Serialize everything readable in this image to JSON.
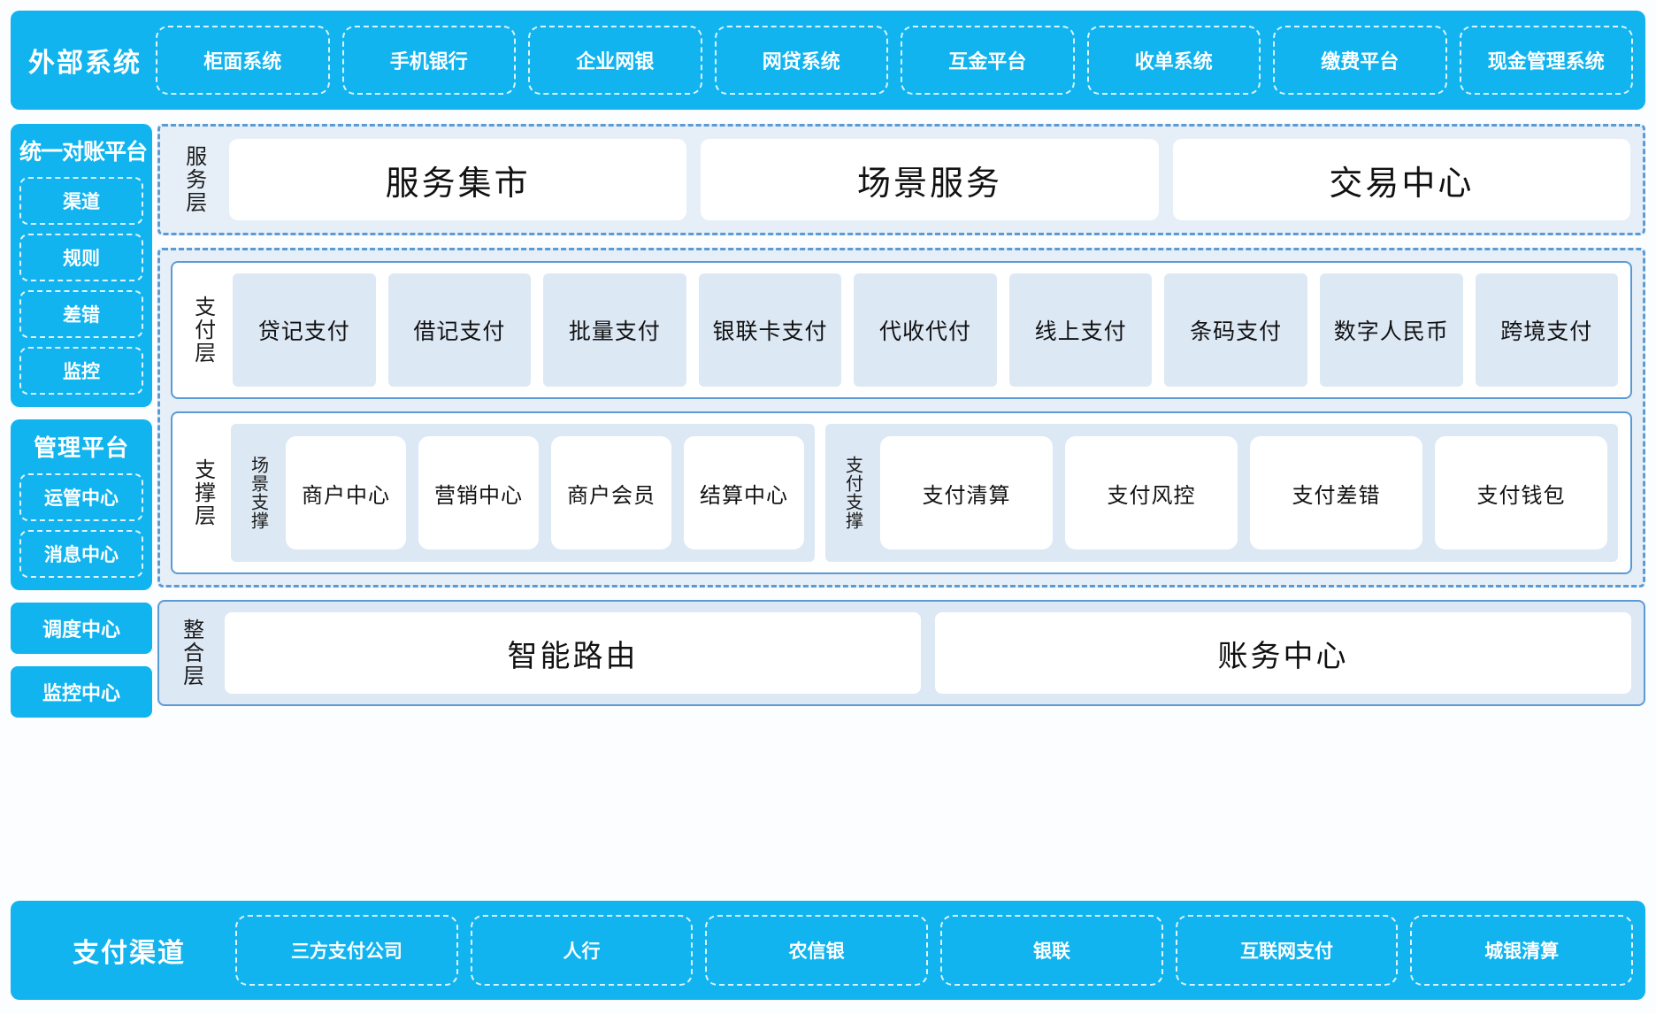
{
  "colors": {
    "brand_blue": "#11b4ef",
    "panel_blue_bg": "#e6eff8",
    "card_blue_bg": "#dde8f5",
    "border_blue": "#5a9bd5",
    "white": "#ffffff"
  },
  "external_systems": {
    "title": "外部系统",
    "items": [
      "柜面系统",
      "手机银行",
      "企业网银",
      "网贷系统",
      "互金平台",
      "收单系统",
      "缴费平台",
      "现金管理系统"
    ]
  },
  "left_column": {
    "reconciliation_platform": {
      "title": "统一对账平台",
      "items": [
        "渠道",
        "规则",
        "差错",
        "监控"
      ]
    },
    "management_platform": {
      "title": "管理平台",
      "items": [
        "运管中心",
        "消息中心"
      ]
    },
    "standalone": [
      "调度中心",
      "监控中心"
    ]
  },
  "service_layer": {
    "label": "服务层",
    "cards": [
      "服务集市",
      "场景服务",
      "交易中心"
    ]
  },
  "payment_layer": {
    "label": "支付层",
    "cards": [
      "贷记支付",
      "借记支付",
      "批量支付",
      "银联卡支付",
      "代收代付",
      "线上支付",
      "条码支付",
      "数字人民币",
      "跨境支付"
    ]
  },
  "support_layer": {
    "label": "支撑层",
    "groups": [
      {
        "label": "场景支撑",
        "cards": [
          "商户中心",
          "营销中心",
          "商户会员",
          "结算中心"
        ]
      },
      {
        "label": "支付支撑",
        "cards": [
          "支付清算",
          "支付风控",
          "支付差错",
          "支付钱包"
        ]
      }
    ]
  },
  "integration_layer": {
    "label": "整合层",
    "cards": [
      "智能路由",
      "账务中心"
    ]
  },
  "payment_channels": {
    "title": "支付渠道",
    "items": [
      "三方支付公司",
      "人行",
      "农信银",
      "银联",
      "互联网支付",
      "城银清算"
    ]
  }
}
